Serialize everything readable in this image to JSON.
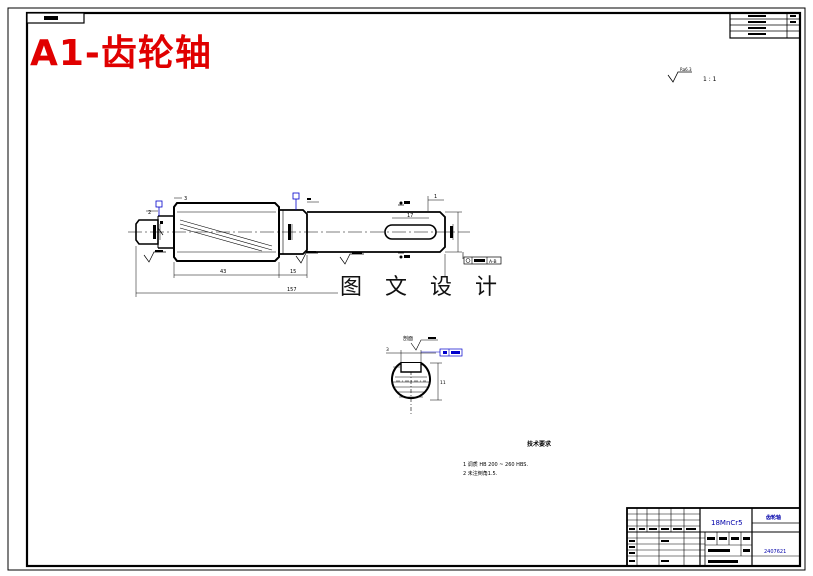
{
  "title": "A1-齿轮轴",
  "watermark": "图 文 设 计",
  "scale_note": "1 : 1",
  "dimensions": {
    "overall_length": "157",
    "middle_length": "43",
    "shoulder_length": "15",
    "chamfer_a": "3",
    "chamfer_b": "2",
    "chamfer_c": "1",
    "keyway_length": "17",
    "section_width": "3",
    "section_height": "11"
  },
  "tolerance_frame": "A-B",
  "section_label": "剖面",
  "tech_requirements": {
    "title": "技术要求",
    "items": [
      "1  调质 HB 200 ~ 260 HBS.",
      "2  未注倒角1.5."
    ]
  },
  "title_block": {
    "material": "18MnCr5",
    "part_name": "齿轮轴",
    "code": "2407621"
  },
  "colors": {
    "title": "#e00000",
    "line": "#000000",
    "datum": "#0000cc"
  }
}
